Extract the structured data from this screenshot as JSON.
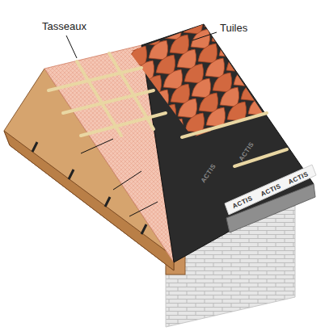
{
  "diagram": {
    "labels": [
      "Tasseaux",
      "Tuiles",
      "ACTIS",
      "ACTIS",
      "ACTIS",
      "ACTIS",
      "ACTIS"
    ]
  }
}
